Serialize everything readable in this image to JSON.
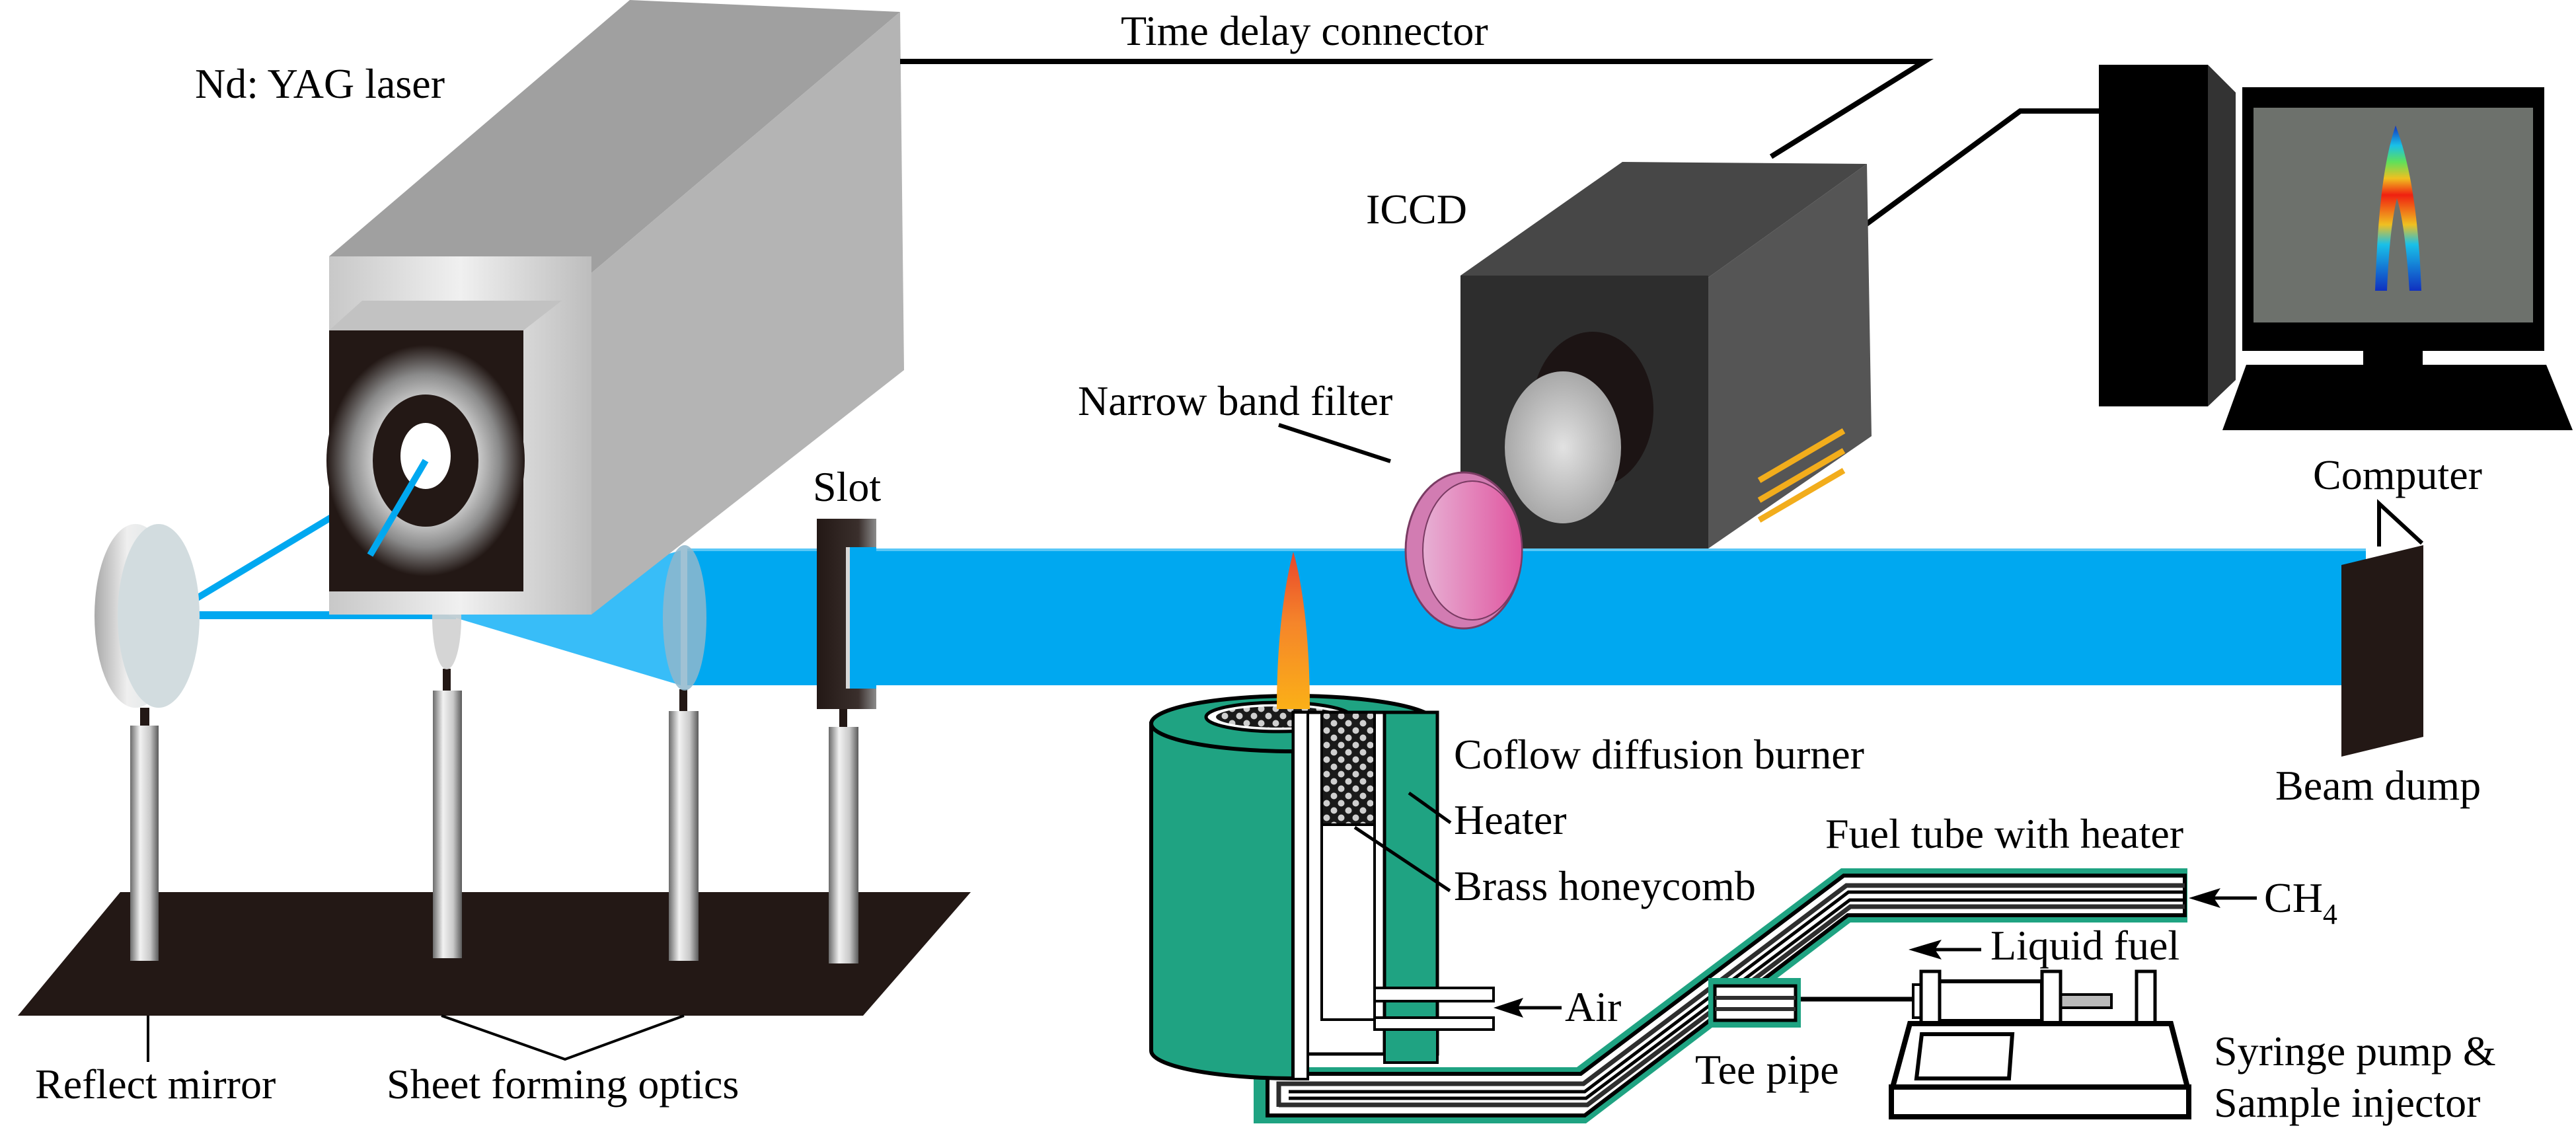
{
  "figure": {
    "title": "Laser-induced incandescence / PLIF experimental setup schematic",
    "labels": {
      "laser": "Nd: YAG laser",
      "time_delay": "Time delay connector",
      "iccd": "ICCD",
      "computer": "Computer",
      "filter": "Narrow band filter",
      "slot": "Slot",
      "reflect_mirror": "Reflect mirror",
      "sheet_optics": "Sheet forming optics",
      "burner": "Coflow diffusion burner",
      "heater": "Heater",
      "honeycomb": "Brass honeycomb",
      "air": "Air",
      "fuel_tube": "Fuel tube with heater",
      "ch4_main": "CH",
      "ch4_sub": "4",
      "liquid_fuel": "Liquid fuel",
      "tee_pipe": "Tee pipe",
      "syringe_line1": "Syringe pump &",
      "syringe_line2": "Sample injector",
      "beam_dump": "Beam dump"
    },
    "colors": {
      "laser_beam": "#00a8f0",
      "laser_cone": "#38bdf8",
      "burner_green": "#1fa382",
      "laser_body": "#b5b5b5",
      "iccd_body": "#3a3a3a",
      "filter_pink": "#e07ab8",
      "flame_tip": "#e8452c",
      "flame_base": "#fbb017",
      "table_black": "#231815"
    }
  }
}
